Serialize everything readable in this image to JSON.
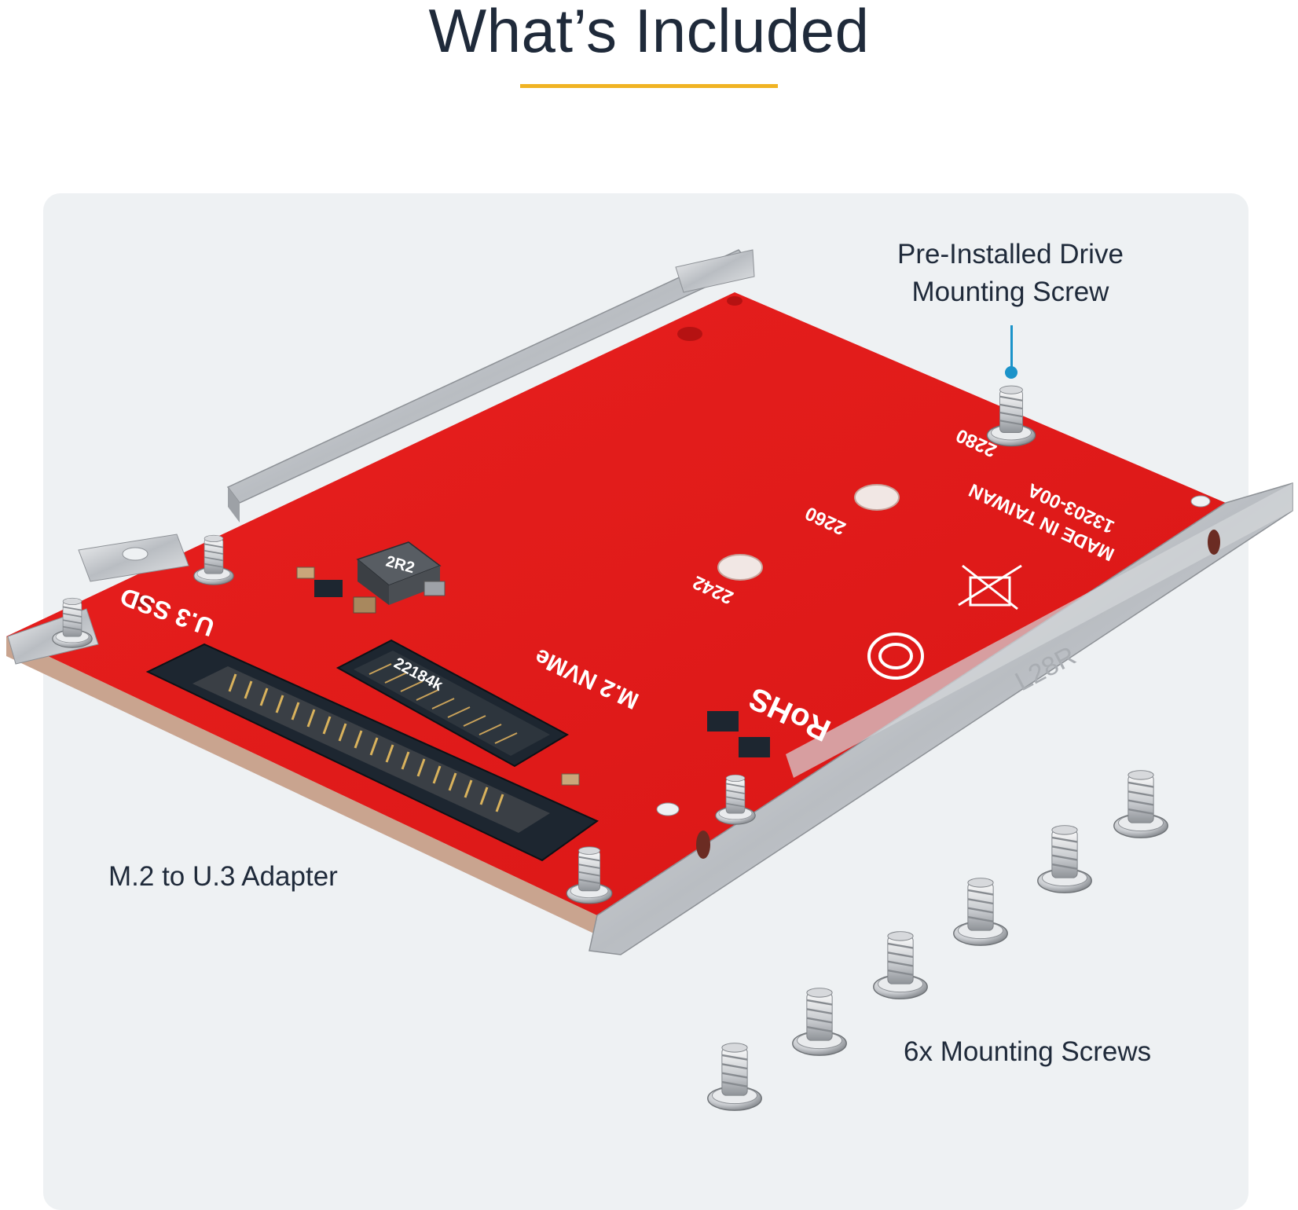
{
  "heading": {
    "title": "What’s Included"
  },
  "colors": {
    "accent_rule": "#f0b323",
    "panel_bg": "#eef1f3",
    "pcb_red": "#e3191b",
    "callout_blue": "#1b93c9",
    "text": "#1f2a3a"
  },
  "labels": {
    "screw_callout_line1": "Pre-Installed Drive",
    "screw_callout_line2": "Mounting Screw",
    "adapter": "M.2 to U.3 Adapter",
    "screws": "6x Mounting Screws"
  },
  "pcb_markings": {
    "u3": "U.3 SSD",
    "m2": "M.2 NVMe",
    "size_2242": "2242",
    "size_2260": "2260",
    "size_2280": "2280",
    "made_in": "MADE IN TAIWAN",
    "model": "13203-00A",
    "rohs": "RoHS",
    "connector_id": "22184k",
    "inductor": "2R2",
    "bracket": "L28R"
  },
  "icons": [
    "screw-icon"
  ]
}
